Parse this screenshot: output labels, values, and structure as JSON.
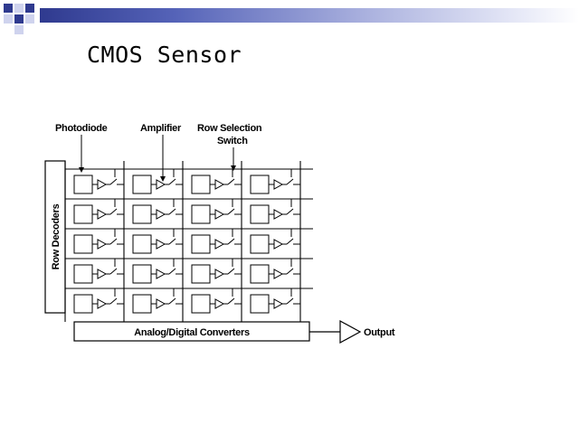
{
  "slide": {
    "title": "CMOS Sensor",
    "header_color": "#2f3a8f"
  },
  "diagram": {
    "labels": {
      "photodiode": "Photodiode",
      "amplifier": "Amplifier",
      "row_selection_line1": "Row Selection",
      "row_selection_line2": "Switch",
      "row_decoders": "Row Decoders",
      "converters": "Analog/Digital Converters",
      "output": "Output"
    },
    "grid": {
      "rows": 5,
      "columns": 4
    }
  }
}
